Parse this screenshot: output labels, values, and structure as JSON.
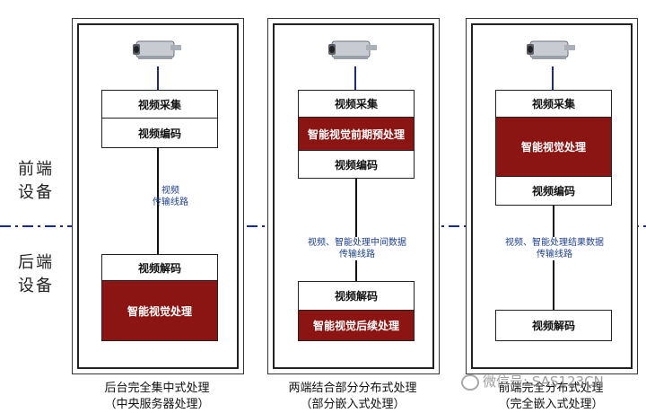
{
  "side_labels": {
    "front": [
      "前端",
      "设备"
    ],
    "back": [
      "后端",
      "设备"
    ]
  },
  "panels": [
    {
      "front_boxes": [
        "视频采集",
        "视频编码"
      ],
      "link_label": [
        "视频",
        "传输线路"
      ],
      "back_boxes": [
        "视频解码",
        "智能视觉处理"
      ],
      "caption": [
        "后台完全集中式处理",
        "（中央服务器处理）"
      ]
    },
    {
      "front_boxes": [
        "视频采集",
        "智能视觉前期预处理",
        "视频编码"
      ],
      "link_label": [
        "视频、智能处理中间数据",
        "传输线路"
      ],
      "back_boxes": [
        "视频解码",
        "智能视觉后续处理"
      ],
      "caption": [
        "两端结合部分分布式处理",
        "（部分嵌入式处理）"
      ]
    },
    {
      "front_boxes": [
        "视频采集",
        "智能视觉处理",
        "视频编码"
      ],
      "link_label": [
        "视频、智能处理结果数据",
        "传输线路"
      ],
      "back_boxes": [
        "视频解码"
      ],
      "caption": [
        "前端完全分布式处理",
        "（完全嵌入式处理）"
      ]
    }
  ],
  "watermark": "微信号: SAS123CN",
  "colors": {
    "processing": "#8b1512",
    "link": "#1a2a8c"
  }
}
